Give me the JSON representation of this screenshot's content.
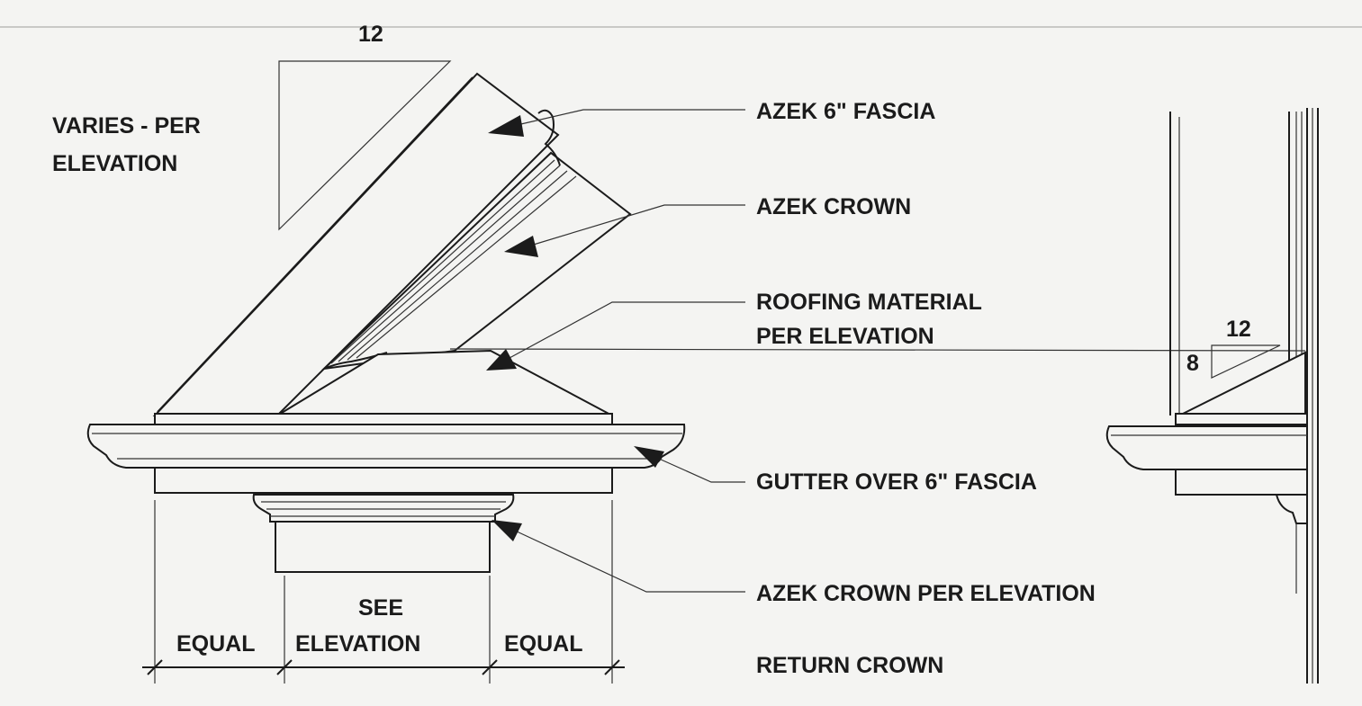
{
  "slope_left": {
    "rise": "12"
  },
  "slope_right": {
    "run": "12",
    "rise": "8"
  },
  "note_varies": [
    "VARIES - PER",
    "ELEVATION"
  ],
  "callouts": {
    "fascia": "AZEK 6\" FASCIA",
    "crown": "AZEK CROWN",
    "roofing": [
      "ROOFING MATERIAL",
      "PER ELEVATION"
    ],
    "gutter": "GUTTER OVER 6\" FASCIA",
    "crown_per_elev": "AZEK CROWN PER ELEVATION",
    "return_crown": "RETURN CROWN"
  },
  "dimensions": {
    "left": "EQUAL",
    "center": [
      "SEE",
      "ELEVATION"
    ],
    "right": "EQUAL"
  }
}
